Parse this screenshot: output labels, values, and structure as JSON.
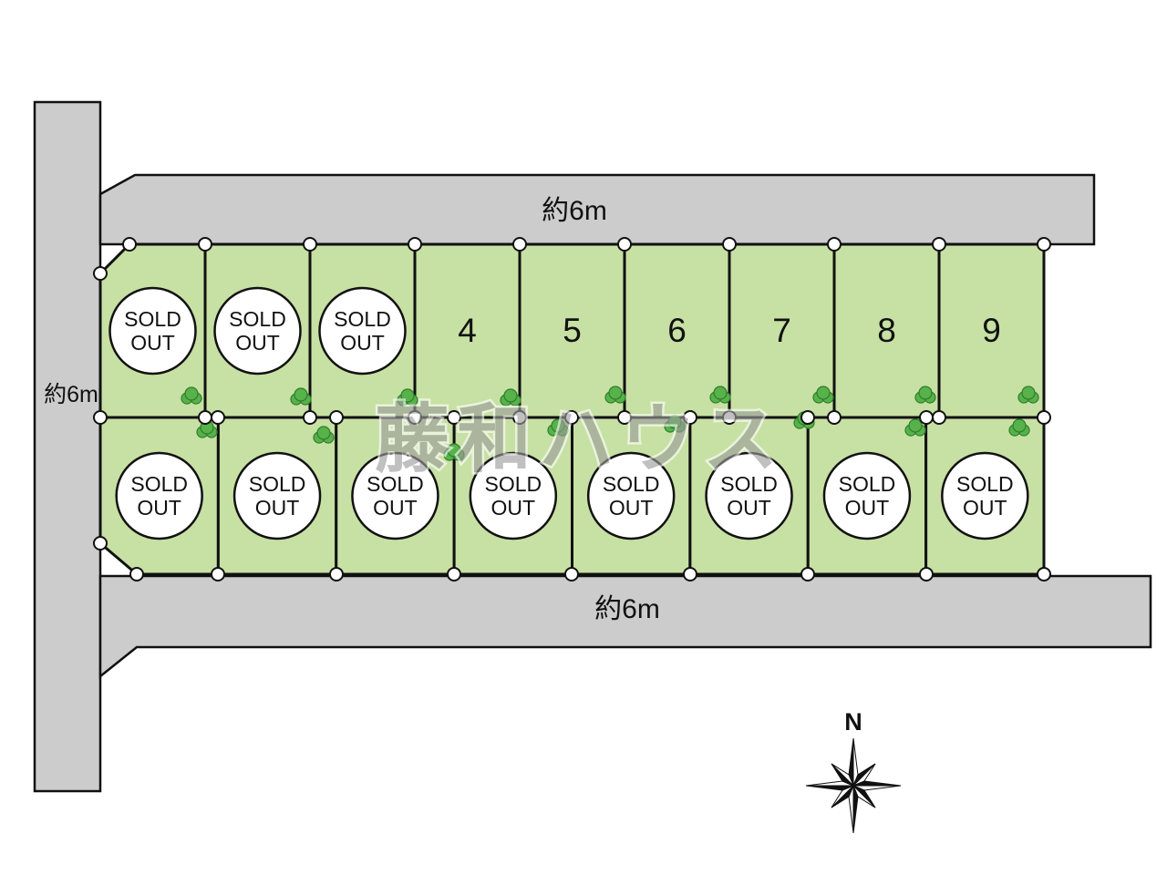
{
  "roads": {
    "top_label": "約6m",
    "left_label": "約6m",
    "bottom_label": "約6m"
  },
  "watermark": "藤和ハウス",
  "compass": {
    "north_label": "N"
  },
  "sold_out": {
    "line1": "SOLD",
    "line2": "OUT"
  },
  "plots": {
    "top_row": [
      {
        "status": "sold_out",
        "number": ""
      },
      {
        "status": "sold_out",
        "number": ""
      },
      {
        "status": "sold_out",
        "number": ""
      },
      {
        "status": "available",
        "number": "4"
      },
      {
        "status": "available",
        "number": "5"
      },
      {
        "status": "available",
        "number": "6"
      },
      {
        "status": "available",
        "number": "7"
      },
      {
        "status": "available",
        "number": "8"
      },
      {
        "status": "available",
        "number": "9"
      }
    ],
    "bottom_row": [
      {
        "status": "sold_out",
        "number": ""
      },
      {
        "status": "sold_out",
        "number": ""
      },
      {
        "status": "sold_out",
        "number": ""
      },
      {
        "status": "sold_out",
        "number": ""
      },
      {
        "status": "sold_out",
        "number": ""
      },
      {
        "status": "sold_out",
        "number": ""
      },
      {
        "status": "sold_out",
        "number": ""
      },
      {
        "status": "sold_out",
        "number": ""
      }
    ]
  },
  "colors": {
    "road": "#cccccc",
    "plot_green": "#c7e0a3",
    "outline": "#111111",
    "tree_fill": "#57b24a",
    "tree_stroke": "#2f7d2b",
    "marker_fill": "#ffffff"
  }
}
